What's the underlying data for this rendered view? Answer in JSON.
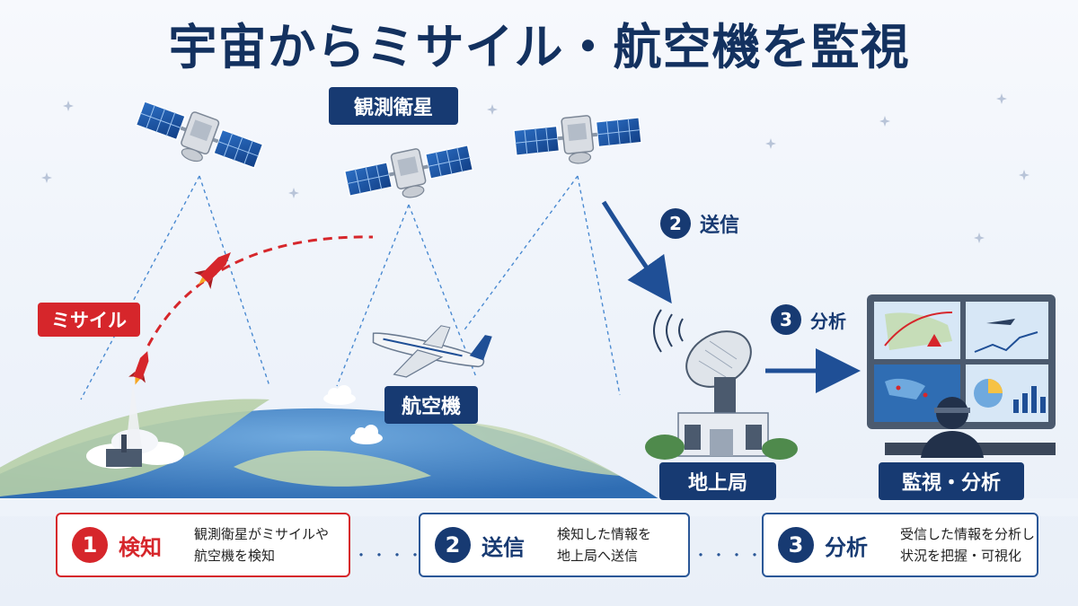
{
  "title": "宇宙からミサイル・航空機を監視",
  "labels": {
    "satellite": "観測衛星",
    "missile": "ミサイル",
    "aircraft": "航空機",
    "ground_station": "地上局",
    "monitoring": "監視・分析"
  },
  "flow": {
    "transmit": {
      "number": "2",
      "label": "送信"
    },
    "analyze": {
      "number": "3",
      "label": "分析"
    }
  },
  "steps": [
    {
      "number": "1",
      "title": "検知",
      "desc": [
        "観測衛星がミサイルや",
        "航空機を検知"
      ]
    },
    {
      "number": "2",
      "title": "送信",
      "desc": [
        "検知した情報を",
        "地上局へ送信"
      ]
    },
    {
      "number": "3",
      "title": "分析",
      "desc": [
        "受信した情報を分析し",
        "状況を把握・可視化"
      ]
    }
  ],
  "connector": "・・・・・",
  "colors": {
    "navy": "#173a72",
    "red": "#d6262b",
    "earth": "#4e8fd0",
    "land": "#b7cfa7"
  },
  "icons": [
    "satellite-icon",
    "missile-icon",
    "airplane-icon",
    "dish-antenna-icon",
    "monitor-screens-icon",
    "operator-icon",
    "star-icon",
    "cloud-icon"
  ]
}
